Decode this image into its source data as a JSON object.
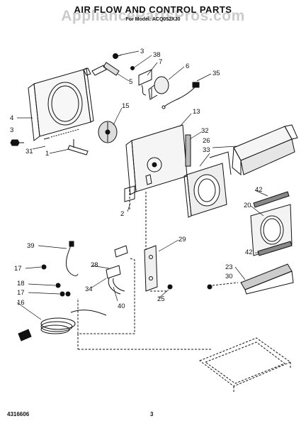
{
  "header": {
    "title": "AIR FLOW AND CONTROL PARTS",
    "subtitle": "For Model: ACQ052XJ0",
    "watermark": "AppliancePartsPros.com"
  },
  "callouts": [
    "3",
    "38",
    "7",
    "6",
    "35",
    "4",
    "5",
    "15",
    "13",
    "3",
    "32",
    "26",
    "33",
    "31",
    "1",
    "42",
    "20",
    "2",
    "29",
    "39",
    "28",
    "17",
    "18",
    "17",
    "16",
    "34",
    "40",
    "25",
    "23",
    "30",
    "42"
  ],
  "footer": {
    "doc_number": "4316606",
    "page": "3"
  }
}
